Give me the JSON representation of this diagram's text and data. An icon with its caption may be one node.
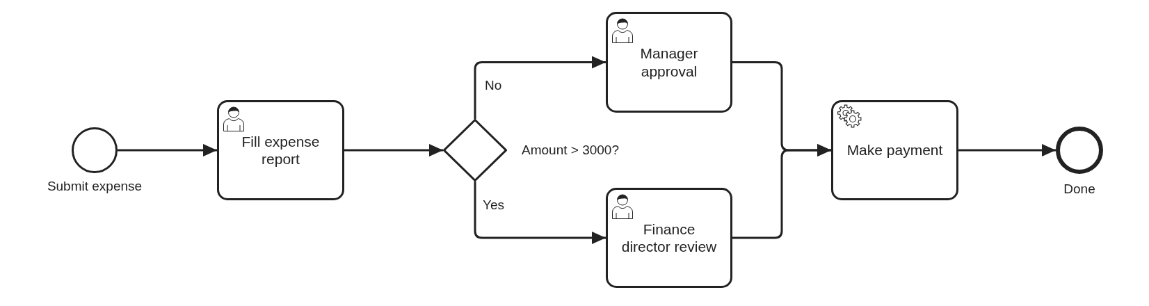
{
  "diagram": {
    "nodes": [
      {
        "text": [],
        "shape": "circle",
        "beside": [
          "Submit expense"
        ]
      },
      {
        "text": [
          "Fill expense report"
        ]
      },
      {
        "text": [],
        "shape": "diamond",
        "beside": [
          "Amount > 3000?"
        ]
      },
      {
        "text": [
          "Manager approval"
        ]
      },
      {
        "text": [
          "Finance director review"
        ]
      },
      {
        "text": [
          "Make payment"
        ]
      },
      {
        "text": [],
        "shape": "circle",
        "beside": [
          "Done"
        ]
      }
    ],
    "edges": [
      {
        "from": 0,
        "to": 1,
        "arrow": "to"
      },
      {
        "from": 1,
        "to": 2,
        "arrow": "to"
      },
      {
        "from": 2,
        "to": 3,
        "arrow": "to",
        "label": "No"
      },
      {
        "from": 2,
        "to": 4,
        "arrow": "to",
        "label": "Yes"
      },
      {
        "from": 3,
        "to": 5,
        "arrow": "to"
      },
      {
        "from": 4,
        "to": 5,
        "arrow": "to"
      },
      {
        "from": 5,
        "to": 6,
        "arrow": "to"
      }
    ]
  }
}
